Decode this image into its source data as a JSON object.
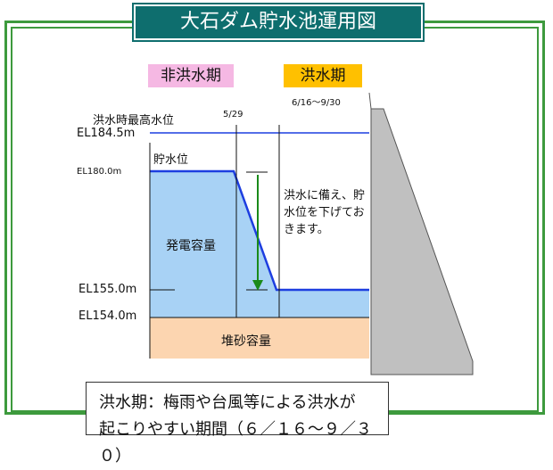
{
  "title": "大石ダム貯水池運用図",
  "badges": {
    "non_flood": "非洪水期",
    "flood": "洪水期"
  },
  "colors": {
    "frame": "#3d9a3d",
    "title_bg": "#0e6e6e",
    "non_flood_bg": "#f5b8e3",
    "flood_bg": "#ffc000",
    "water": "#a8d2f5",
    "sediment": "#fcd5b0",
    "dam": "#c0c0c0",
    "level_line": "#1d3ee0",
    "arrow": "#1a8a1a"
  },
  "period_labels": {
    "switch_date": "5/29",
    "flood_period": "6/16～9/30"
  },
  "levels": {
    "flood_max_label": "洪水時最高水位",
    "el_184": "EL184.5m",
    "normal_label": "貯水位",
    "el_180": "EL180.0m",
    "el_155": "EL155.0m",
    "el_154": "EL154.0m"
  },
  "storage": {
    "power": "発電容量",
    "sediment": "堆砂容量"
  },
  "note": "洪水に備え、貯水位を下げておきます。",
  "legend": {
    "line1": "洪水期：梅雨や台風等による洪水が",
    "line2": "起こりやすい期間（６／１６～９／３０）"
  }
}
